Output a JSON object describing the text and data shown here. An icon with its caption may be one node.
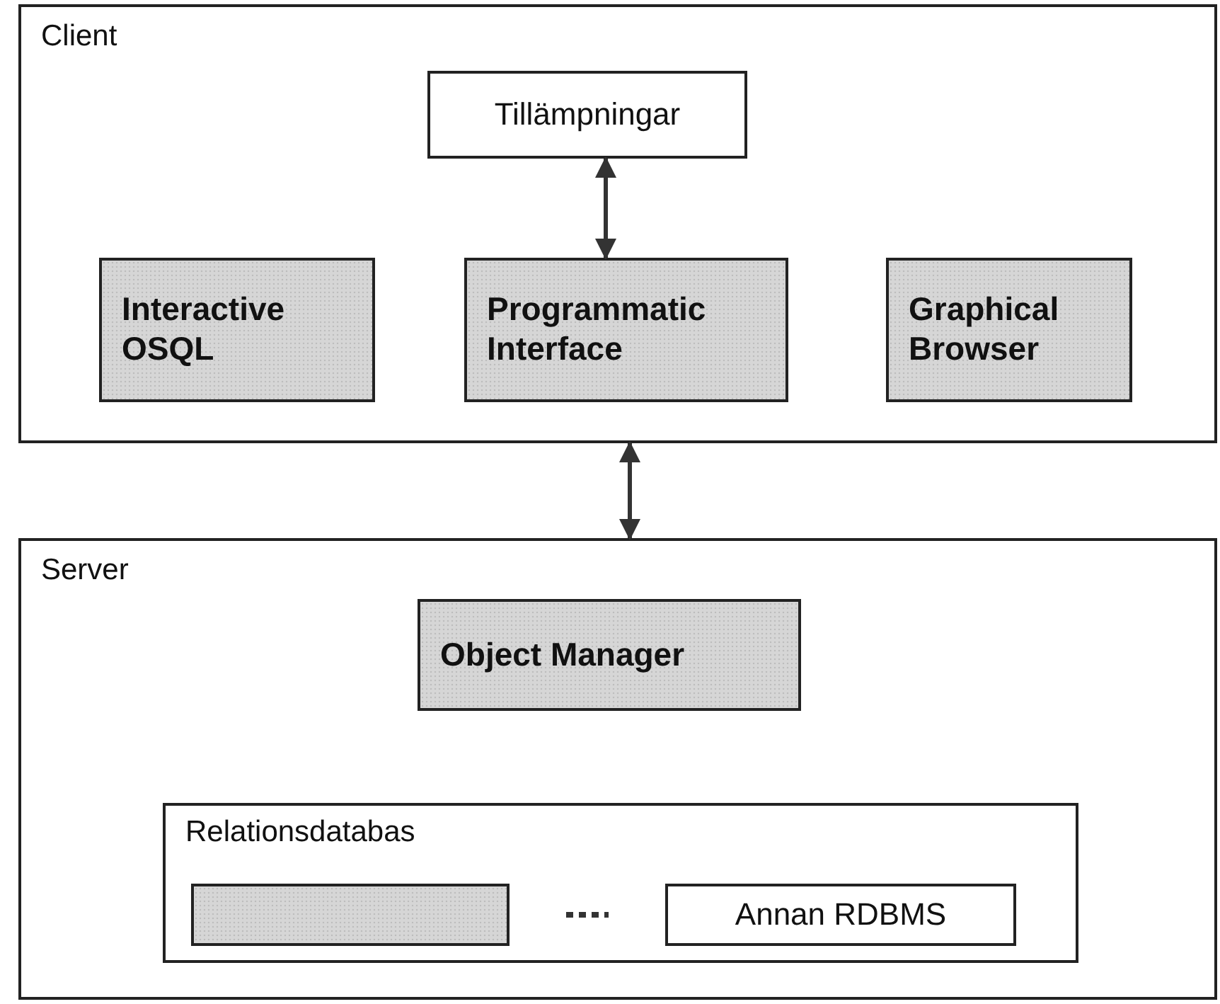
{
  "diagram": {
    "nodes": [
      {
        "text": [
          "Client"
        ]
      },
      {
        "text": [
          "Tillämpningar"
        ],
        "in": 0
      },
      {
        "text": [
          "Interactive OSQL"
        ],
        "in": 0
      },
      {
        "text": [
          "Programmatic Interface"
        ],
        "in": 0
      },
      {
        "text": [
          "Graphical Browser"
        ],
        "in": 0
      },
      {
        "text": [
          "Server"
        ]
      },
      {
        "text": [
          "Object Manager"
        ],
        "in": 5
      },
      {
        "text": [
          "Relationsdatabas"
        ],
        "in": 5
      },
      {
        "text": [],
        "shape": "box",
        "in": 7
      },
      {
        "text": [
          "Annan RDBMS"
        ],
        "in": 7
      }
    ],
    "edges": [
      {
        "from": 1,
        "to": 3,
        "arrow": "both"
      },
      {
        "from": 0,
        "to": 5,
        "arrow": "both"
      },
      {
        "from": 8,
        "to": 9,
        "arrow": "none",
        "style": "dashed"
      }
    ]
  }
}
